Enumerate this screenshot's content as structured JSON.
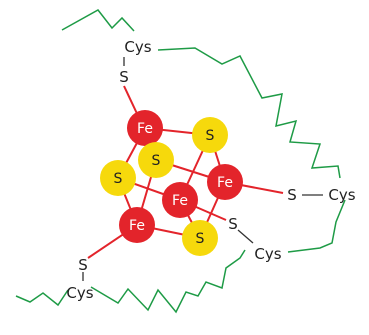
{
  "diagram": {
    "atoms": {
      "fe_top": "Fe",
      "fe_right": "Fe",
      "fe_center": "Fe",
      "fe_left": "Fe",
      "s_top_right": "S",
      "s_center": "S",
      "s_left": "S",
      "s_bottom_right": "S"
    },
    "ligands": {
      "top_cys": "Cys",
      "top_s": "S",
      "right_s": "S",
      "right_cys": "Cys",
      "lower_s": "S",
      "lower_cys": "Cys",
      "bottom_s": "S",
      "bottom_cys": "Cys"
    },
    "colors": {
      "iron": "#e3242b",
      "sulfur": "#f6d90c",
      "bond": "#e3242b",
      "chain": "#1e9b46",
      "ligand_line": "#333333"
    }
  }
}
